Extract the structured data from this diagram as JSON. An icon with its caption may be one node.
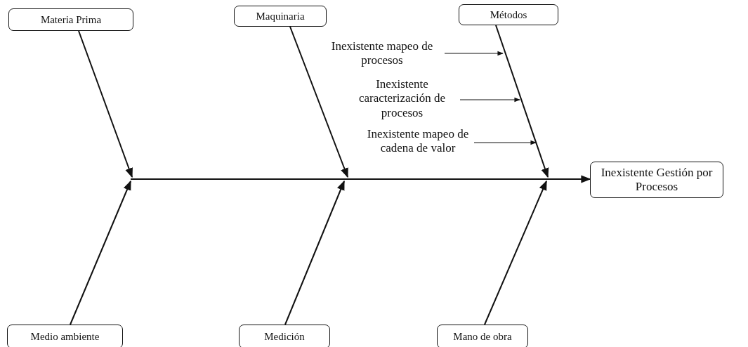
{
  "diagram": {
    "nodes": [
      {
        "text": [
          "Materia Prima"
        ]
      },
      {
        "text": [
          "Maquinaria"
        ]
      },
      {
        "text": [
          "Métodos"
        ]
      },
      {
        "text": [
          "Inexistente Gestión por Procesos"
        ]
      },
      {
        "text": [
          "Medio ambiente"
        ]
      },
      {
        "text": [
          "Medición"
        ]
      },
      {
        "text": [
          "Mano de obra"
        ]
      },
      {
        "text": [
          "Inexistente mapeo de procesos"
        ]
      },
      {
        "text": [
          "Inexistente caracterización de procesos"
        ]
      },
      {
        "text": [
          "Inexistente mapeo de cadena de valor"
        ]
      }
    ],
    "edges": [
      {
        "from": null,
        "to": 3,
        "arrow": "to"
      },
      {
        "from": 0,
        "to": null,
        "arrow": "to"
      },
      {
        "from": 1,
        "to": null,
        "arrow": "to"
      },
      {
        "from": 2,
        "to": null,
        "arrow": "to"
      },
      {
        "from": 4,
        "to": null,
        "arrow": "to"
      },
      {
        "from": 5,
        "to": null,
        "arrow": "to"
      },
      {
        "from": 6,
        "to": null,
        "arrow": "to"
      },
      {
        "from": 7,
        "to": null,
        "arrow": "to"
      },
      {
        "from": 8,
        "to": null,
        "arrow": "to"
      },
      {
        "from": 9,
        "to": null,
        "arrow": "to"
      }
    ]
  }
}
